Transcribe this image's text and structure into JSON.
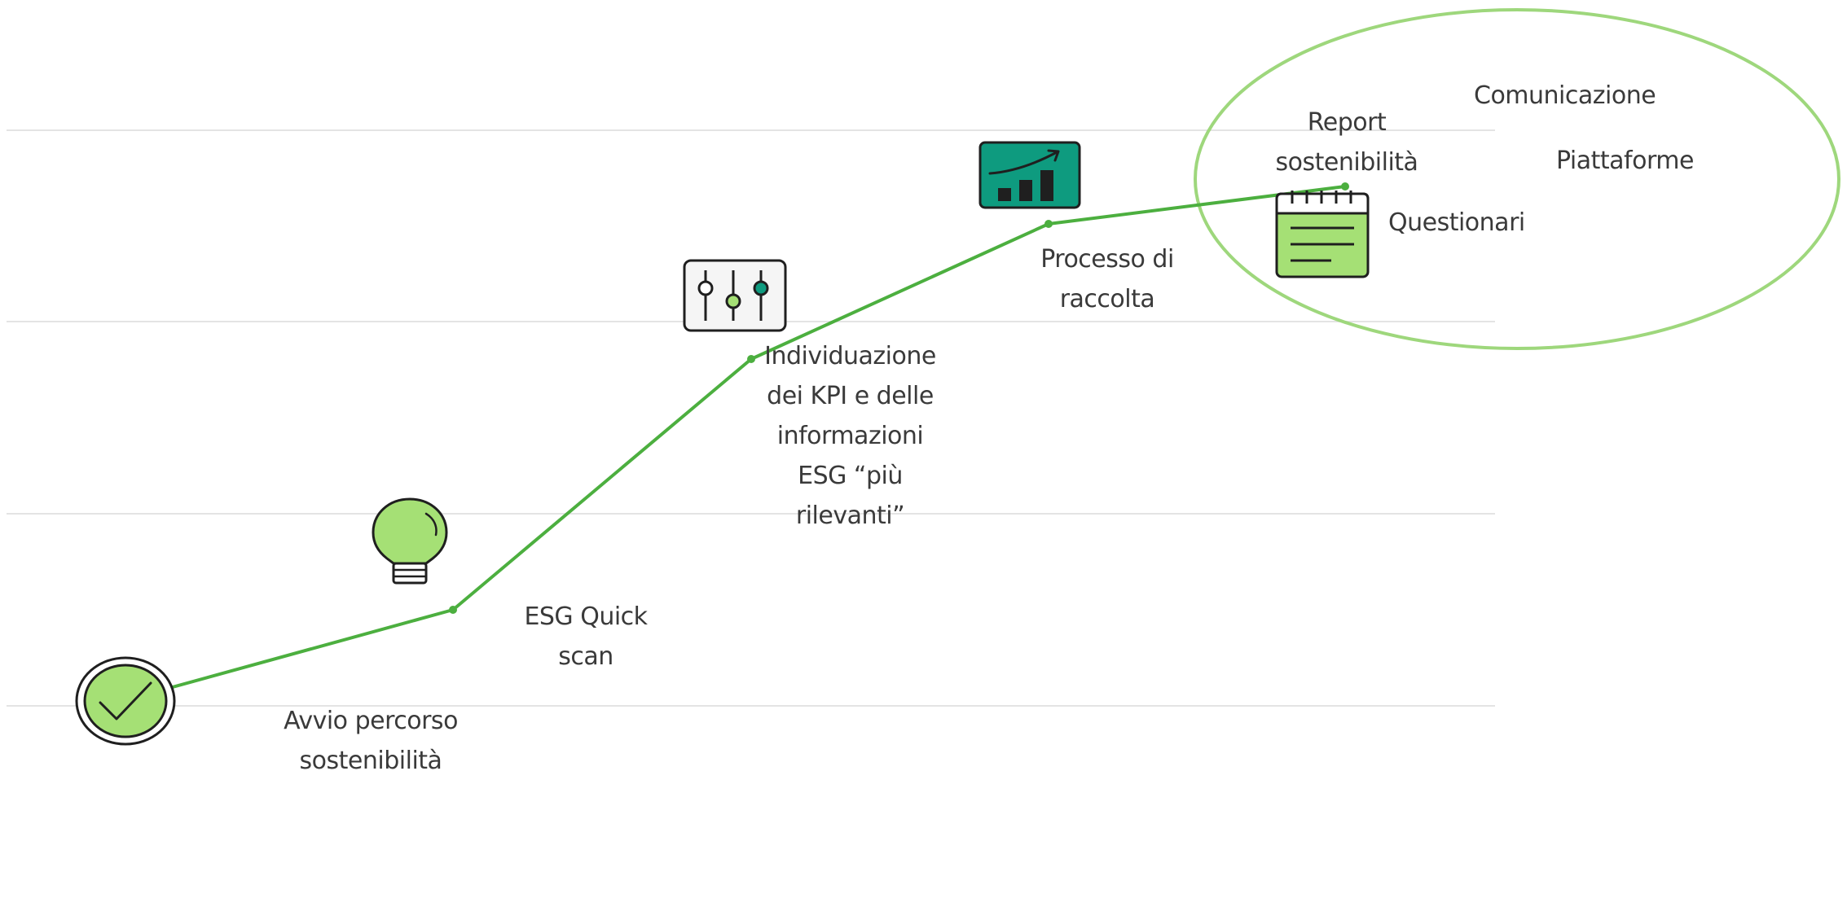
{
  "colors": {
    "line": "#4caf3f",
    "highlight_ellipse": "#9ed77c",
    "icon_fill_light": "#a5e075",
    "icon_fill_dark": "#0e9b7f",
    "icon_stroke": "#1f1f1f",
    "text": "#3a3a3a",
    "grid": "#e4e4e4"
  },
  "steps": [
    {
      "id": "avvio",
      "lines": [
        "Avvio percorso",
        "sostenibilità"
      ],
      "icon": "check-circle-icon"
    },
    {
      "id": "quick-scan",
      "lines": [
        "ESG Quick",
        "scan"
      ],
      "icon": "lightbulb-icon"
    },
    {
      "id": "kpi",
      "lines": [
        "Individuazione",
        "dei KPI e delle",
        "informazioni",
        "ESG “più",
        "rilevanti”"
      ],
      "icon": "sliders-icon"
    },
    {
      "id": "raccolta",
      "lines": [
        "Processo di",
        "raccolta"
      ],
      "icon": "growth-chart-icon"
    },
    {
      "id": "report",
      "lines": [
        "Report",
        "sostenibilità"
      ],
      "icon": "notepad-icon"
    }
  ],
  "outputs": {
    "comunicazione": "Comunicazione",
    "piattaforme": "Piattaforme",
    "questionari": "Questionari"
  }
}
